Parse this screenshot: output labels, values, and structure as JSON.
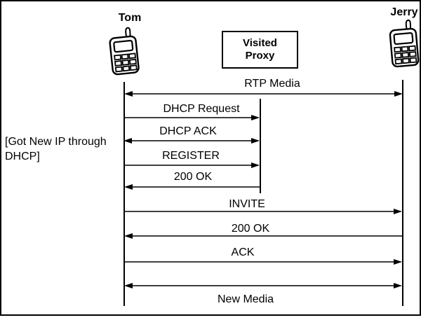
{
  "colors": {
    "ink": "#000000",
    "background": "#ffffff"
  },
  "actors": [
    {
      "name": "Tom",
      "icon": "cell-phone-icon"
    },
    {
      "name": "Jerry",
      "icon": "cell-phone-icon"
    }
  ],
  "proxy_box": {
    "line1": "Visited",
    "line2": "Proxy"
  },
  "annotation": {
    "text": "[Got New IP through DHCP]"
  },
  "messages": [
    {
      "label": "RTP Media",
      "from": "Tom",
      "to": "Jerry",
      "direction": "bidirectional"
    },
    {
      "label": "DHCP Request",
      "from": "Tom",
      "to": "Visited Proxy",
      "direction": "right"
    },
    {
      "label": "DHCP ACK",
      "from": "Visited Proxy",
      "to": "Tom",
      "direction": "bidirectional"
    },
    {
      "label": "REGISTER",
      "from": "Tom",
      "to": "Visited Proxy",
      "direction": "right"
    },
    {
      "label": "200 OK",
      "from": "Visited Proxy",
      "to": "Tom",
      "direction": "left"
    },
    {
      "label": "INVITE",
      "from": "Tom",
      "to": "Jerry",
      "direction": "right"
    },
    {
      "label": "200 OK",
      "from": "Jerry",
      "to": "Tom",
      "direction": "left"
    },
    {
      "label": "ACK",
      "from": "Tom",
      "to": "Jerry",
      "direction": "right"
    },
    {
      "label": "New Media",
      "from": "Tom",
      "to": "Jerry",
      "direction": "bidirectional"
    }
  ]
}
